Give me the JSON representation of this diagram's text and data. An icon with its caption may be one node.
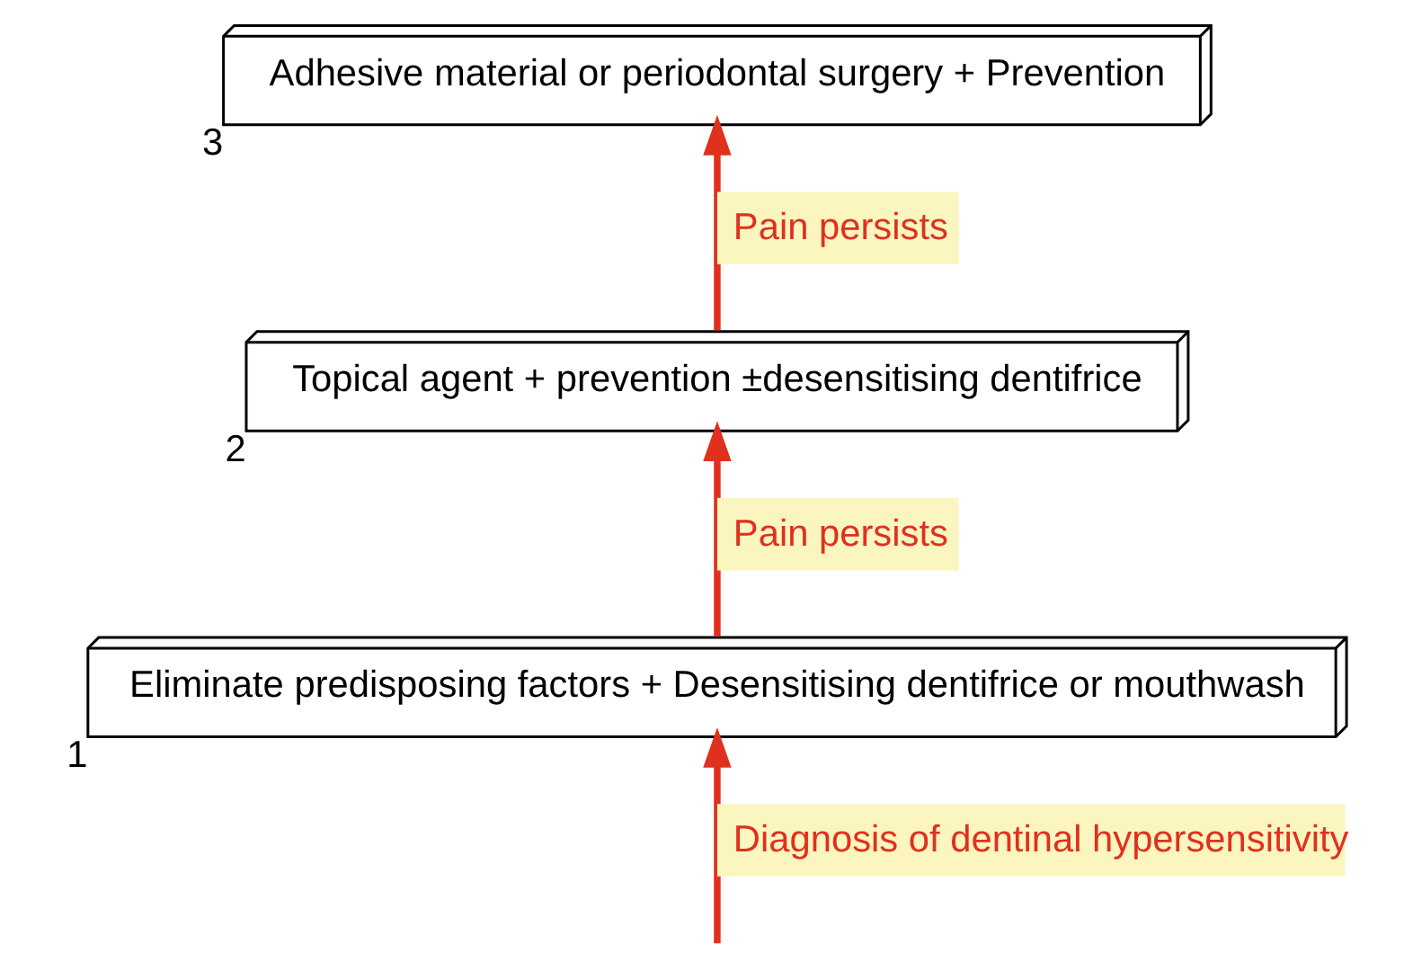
{
  "diagram": {
    "nodes": [
      {
        "text": [
          "Eliminate predisposing factors + Desensitising dentifrice or mouthwash"
        ],
        "beside": [
          "1"
        ]
      },
      {
        "text": [
          "Topical agent + prevention ±desensitising dentifrice"
        ],
        "beside": [
          "2"
        ]
      },
      {
        "text": [
          "Adhesive material or periodontal surgery + Prevention"
        ],
        "beside": [
          "3"
        ]
      }
    ],
    "edges": [
      {
        "from": null,
        "to": 0,
        "arrow": "to",
        "label": "Diagnosis of dentinal hypersensitivity"
      },
      {
        "from": 0,
        "to": 1,
        "arrow": "to",
        "label": "Pain persists"
      },
      {
        "from": 1,
        "to": 2,
        "arrow": "to",
        "label": "Pain persists"
      }
    ]
  }
}
